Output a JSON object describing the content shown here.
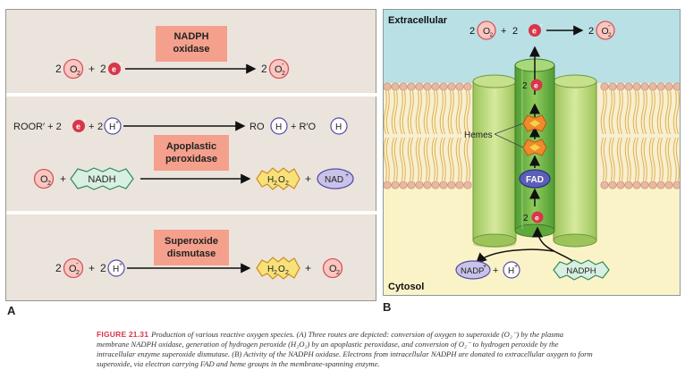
{
  "panel_a": {
    "section1": {
      "enzyme": [
        "NADPH",
        "oxidase"
      ],
      "coef1": "2",
      "o2": "O",
      "sub2": "2",
      "plus": "+",
      "coef2": "2",
      "e": "e",
      "eminus": "-",
      "coef3": "2",
      "superoxide_minus": "-"
    },
    "section2": {
      "left_text": "ROOR′ + 2",
      "plus": "+",
      "coef": "2",
      "h": "H",
      "hplus": "+",
      "ro": "RO",
      "ro_plus": "+ R′O",
      "enzyme": [
        "Apoplastic",
        "peroxidase"
      ],
      "nadh": "NADH",
      "h2o2_h": "H",
      "h2o2_o": "O",
      "sub2": "2",
      "nad": "NAD",
      "nadplus": "+"
    },
    "section3": {
      "enzyme": [
        "Superoxide",
        "dismutase"
      ],
      "coef1": "2",
      "coef2": "2"
    },
    "label": "A"
  },
  "panel_b": {
    "extracellular": "Extracellular",
    "cytosol": "Cytosol",
    "hemes": "Hemes",
    "fad": "FAD",
    "nadp": "NADP",
    "nadph": "NADPH",
    "label": "B"
  },
  "caption": {
    "label": "FIGURE 21.31",
    "text": "Production of various reactive oxygen species. (A) Three routes are depicted: conversion of oxygen to superoxide (O₂⁻) by the plasma membrane NADPH oxidase, generation of hydrogen peroxide (H₂O₂) by an apoplastic peroxidase, and conversion of O₂⁻ to hydrogen peroxide by the intracellular enzyme superoxide dismutase. (B) Activity of the NADPH oxidase. Electrons from intracellular NADPH are donated to extracellular oxygen to form superoxide, via electron carrying FAD and heme groups in the membrane-spanning enzyme."
  },
  "colors": {
    "panel_bg": "#ebe4dc",
    "enzyme_box": "#f4a08c",
    "oxygen_fill": "#f8c7c0",
    "oxygen_stroke": "#d9515a",
    "electron": "#d8364a",
    "h2o2_fill": "#f7e27a",
    "nadh_fill": "#d8efe2",
    "nad_fill": "#c8c3e8",
    "nad_stroke": "#5a4aa8",
    "fad_fill": "#5b5fb8",
    "heme_orange": "#f08a2a",
    "helix_green": "#b9d778",
    "channel_green": "#6fb34a",
    "extracellular_bg": "#b9e0e5",
    "cytosol_bg": "#fbf3c8",
    "lipid_head": "#e8b8a0"
  }
}
